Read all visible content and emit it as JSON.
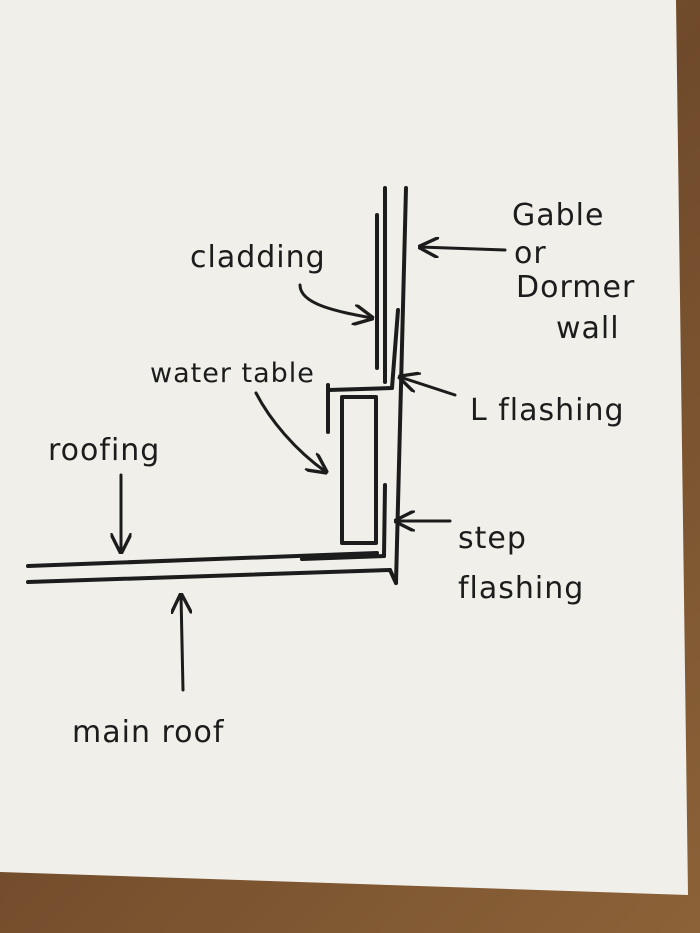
{
  "labels": {
    "gable_line1": "Gable",
    "gable_line2": "or",
    "gable_line3": "Dormer",
    "gable_line4": "wall",
    "cladding": "cladding",
    "water_table": "water table",
    "l_flashing": "L flashing",
    "roofing": "roofing",
    "step_line1": "step",
    "step_line2": "flashing",
    "main_roof": "main roof"
  },
  "colors": {
    "paper": "#f1efea",
    "ink": "#1c1c1c",
    "table": "#7a5532"
  }
}
